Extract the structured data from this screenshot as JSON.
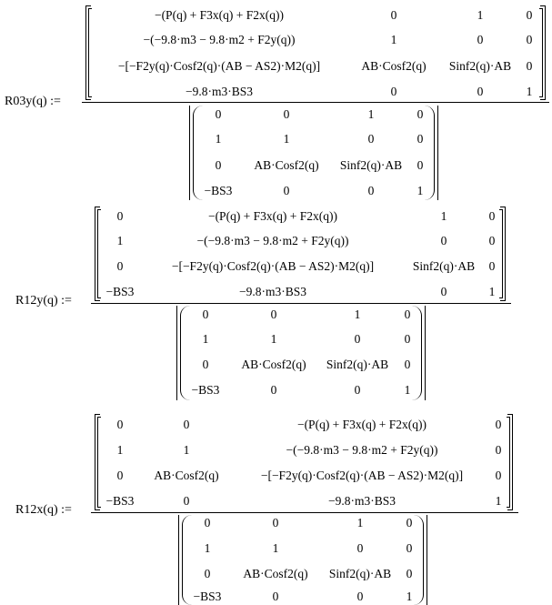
{
  "equations": [
    {
      "label": "R03y(q) :=",
      "numerator": [
        [
          "−(P(q) + F3x(q) + F2x(q))",
          "0",
          "1",
          "0"
        ],
        [
          "−(−9.8·m3 − 9.8·m2 + F2y(q))",
          "1",
          "0",
          "0"
        ],
        [
          "−[−F2y(q)·Cosf2(q)·(AB − AS2)·M2(q)]",
          "AB·Cosf2(q)",
          "Sinf2(q)·AB",
          "0"
        ],
        [
          "−9.8·m3·BS3",
          "0",
          "0",
          "1"
        ]
      ],
      "denominator": [
        [
          "0",
          "0",
          "1",
          "0"
        ],
        [
          "1",
          "1",
          "0",
          "0"
        ],
        [
          "0",
          "AB·Cosf2(q)",
          "Sinf2(q)·AB",
          "0"
        ],
        [
          "−BS3",
          "0",
          "0",
          "1"
        ]
      ]
    },
    {
      "label": "R12y(q) :=",
      "numerator": [
        [
          "0",
          "−(P(q) + F3x(q) + F2x(q))",
          "1",
          "0"
        ],
        [
          "1",
          "−(−9.8·m3 − 9.8·m2 + F2y(q))",
          "0",
          "0"
        ],
        [
          "0",
          "−[−F2y(q)·Cosf2(q)·(AB − AS2)·M2(q)]",
          "Sinf2(q)·AB",
          "0"
        ],
        [
          "−BS3",
          "−9.8·m3·BS3",
          "0",
          "1"
        ]
      ],
      "denominator": [
        [
          "0",
          "0",
          "1",
          "0"
        ],
        [
          "1",
          "1",
          "0",
          "0"
        ],
        [
          "0",
          "AB·Cosf2(q)",
          "Sinf2(q)·AB",
          "0"
        ],
        [
          "−BS3",
          "0",
          "0",
          "1"
        ]
      ]
    },
    {
      "label": "R12x(q) :=",
      "numerator": [
        [
          "0",
          "0",
          "−(P(q) + F3x(q) + F2x(q))",
          "0"
        ],
        [
          "1",
          "1",
          "−(−9.8·m3 − 9.8·m2 + F2y(q))",
          "0"
        ],
        [
          "0",
          "AB·Cosf2(q)",
          "−[−F2y(q)·Cosf2(q)·(AB − AS2)·M2(q)]",
          "0"
        ],
        [
          "−BS3",
          "0",
          "−9.8·m3·BS3",
          "1"
        ]
      ],
      "denominator": [
        [
          "0",
          "0",
          "1",
          "0"
        ],
        [
          "1",
          "1",
          "0",
          "0"
        ],
        [
          "0",
          "AB·Cosf2(q)",
          "Sinf2(q)·AB",
          "0"
        ],
        [
          "−BS3",
          "0",
          "0",
          "1"
        ]
      ]
    }
  ]
}
